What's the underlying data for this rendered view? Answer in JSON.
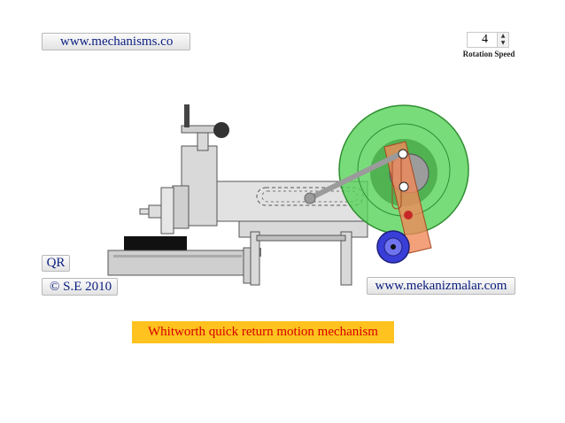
{
  "header": {
    "site_link": "www.mechanisms.co"
  },
  "speed": {
    "value": "4",
    "label": "Rotation Speed",
    "up_icon": "arrow-up-icon",
    "down_icon": "arrow-down-icon"
  },
  "sidebar": {
    "qr_label": "QR",
    "copyright": "© S.E 2010"
  },
  "footer": {
    "mekanizmalar_link": "www.mekanizmalar.com"
  },
  "caption": {
    "title": "Whitworth quick return motion mechanism"
  },
  "colors": {
    "machine_gray": "#d9d9d9",
    "bull_gear": "#58d35a",
    "slotted_link": "#f08a5a",
    "driver_gear": "#3a3ed8",
    "caption_bg": "#ffc21e",
    "caption_text": "#d50000",
    "link_text": "#0b1f80"
  }
}
